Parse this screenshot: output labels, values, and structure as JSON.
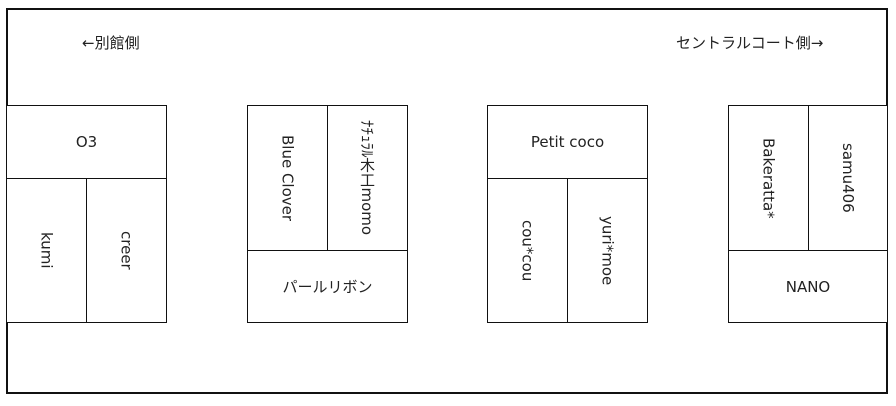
{
  "directions": {
    "left": "←別館側",
    "right": "セントラルコート側→"
  },
  "booths": {
    "group1": {
      "top": "O3",
      "bottom_left": "kumi",
      "bottom_right": "creer"
    },
    "group2": {
      "top_left": "Blue Clover",
      "top_right": "ﾅﾁｭﾗﾙ木工momo",
      "bottom": "パールリボン"
    },
    "group3": {
      "top": "Petit coco",
      "bottom_left": "cou*cou",
      "bottom_right": "yuri*moe"
    },
    "group4": {
      "top_left": "Bakeratta*",
      "top_right": "samu406",
      "bottom": "NANO"
    }
  }
}
